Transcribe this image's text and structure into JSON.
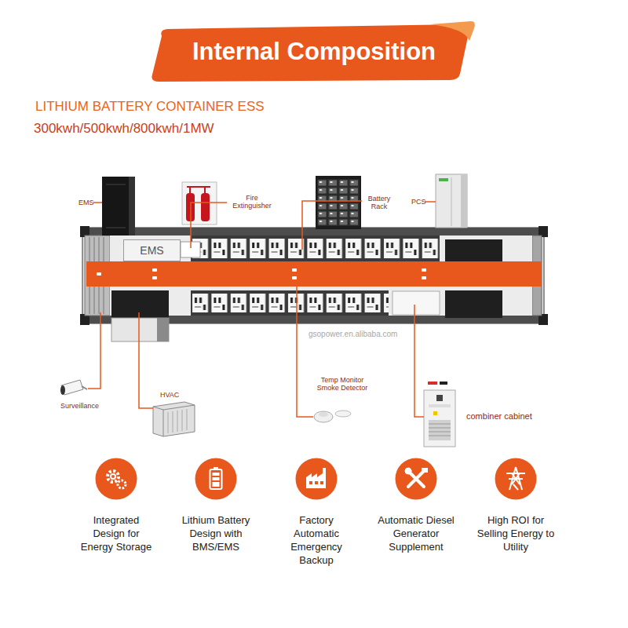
{
  "diagram": {
    "title": "Internal Composition",
    "nodes": [
      {
        "text": [
          "EMS"
        ]
      },
      {
        "text": [
          "Integrated Design for Energy Storage"
        ]
      },
      {
        "text": [
          "Lithium Battery Design with BMS/EMS"
        ]
      },
      {
        "text": [
          "Factory Automatic Emergency Backup"
        ]
      },
      {
        "text": [
          "Automatic Diesel Generator Supplement"
        ]
      },
      {
        "text": [
          "High ROI for Selling Energy to Utility"
        ]
      }
    ],
    "labels": [
      "LITHIUM BATTERY CONTAINER ESS",
      "300kwh/500kwh/800kwh/1MW",
      "EMS",
      "Fire Extinguisher",
      "Battery Rack",
      "PCS",
      "Surveillance",
      "HVAC",
      "Temp Monitor Smoke Detector",
      "combiner cabinet",
      "gsopower.en.alibaba.com"
    ]
  }
}
